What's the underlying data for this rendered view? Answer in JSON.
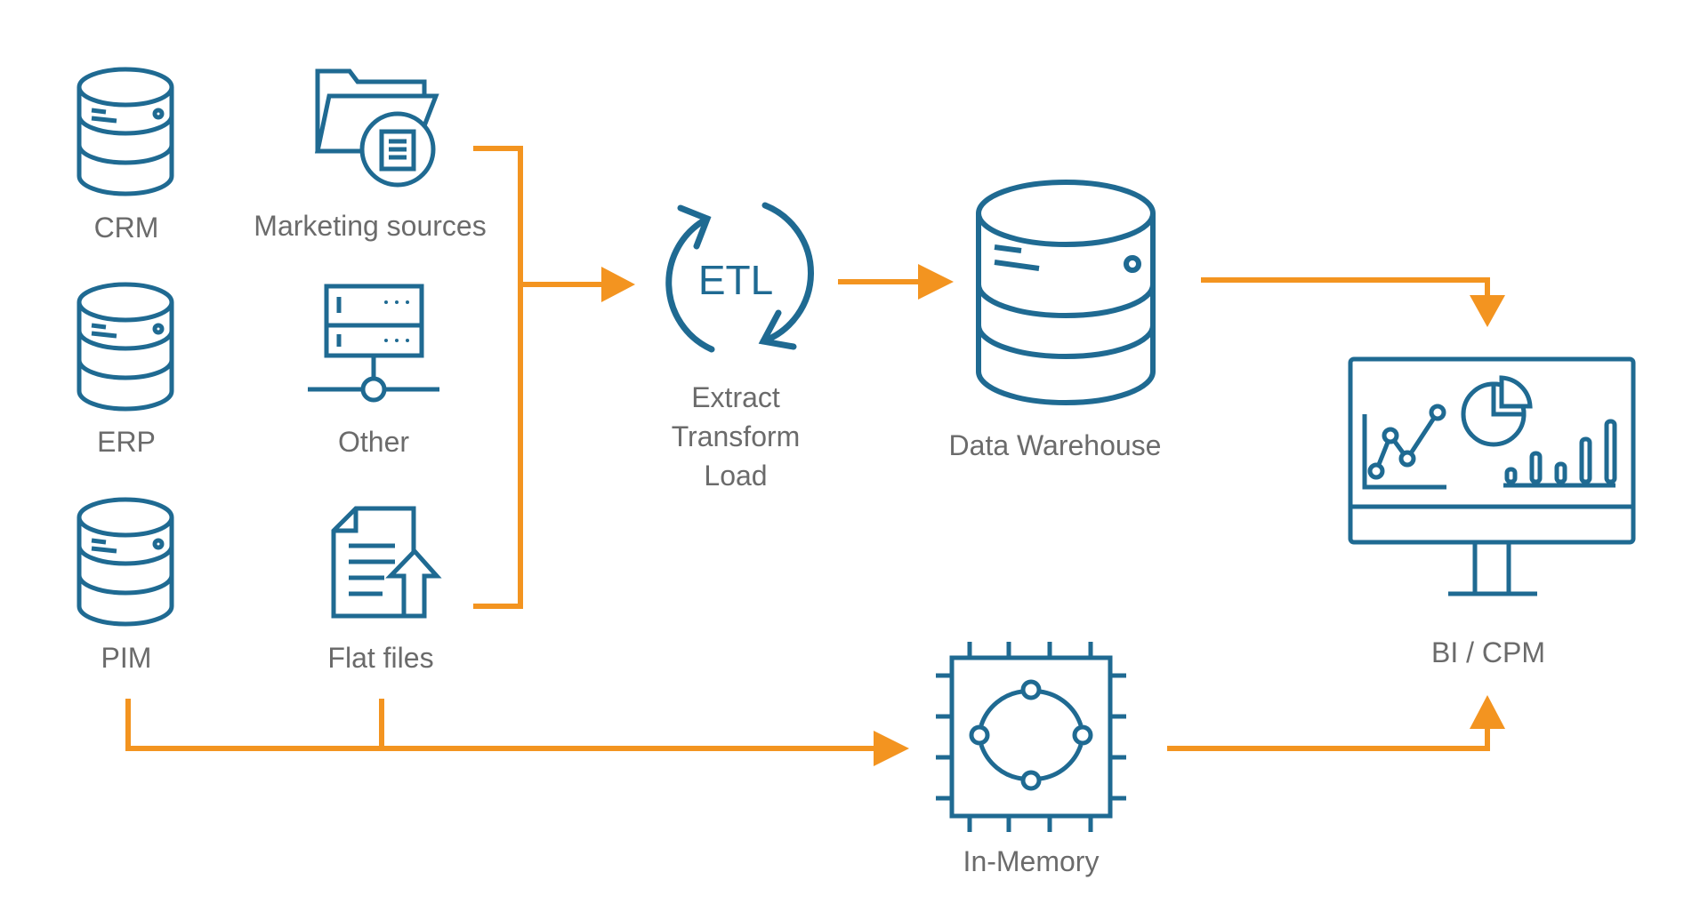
{
  "sources": {
    "crm": "CRM",
    "erp": "ERP",
    "pim": "PIM",
    "marketing": "Marketing sources",
    "other": "Other",
    "flat_files": "Flat files"
  },
  "etl": {
    "icon_text": "ETL",
    "caption_line1": "Extract",
    "caption_line2": "Transform",
    "caption_line3": "Load"
  },
  "warehouse": "Data Warehouse",
  "in_memory": "In-Memory",
  "bi": "BI / CPM",
  "colors": {
    "icon_blue": "#1f6a92",
    "arrow_orange": "#f39420",
    "label_gray": "#6b6b6b"
  }
}
